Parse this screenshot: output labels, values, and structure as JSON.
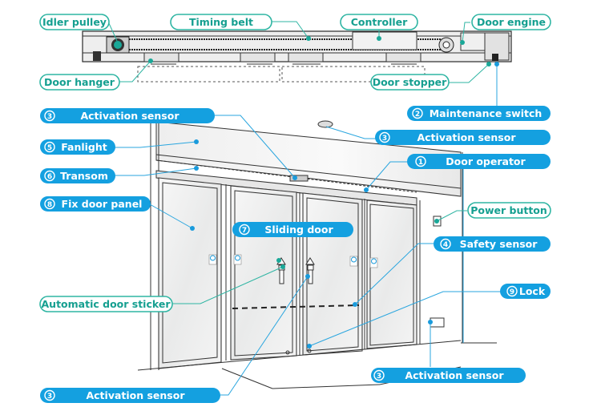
{
  "title": "Automatic sliding door components",
  "colors": {
    "label_blue": "#14a0e0",
    "label_teal_outline": "#2fb5a3",
    "label_teal_text": "#159f90"
  },
  "top_labels": {
    "idler_pulley": "Idler pulley",
    "timing_belt": "Timing belt",
    "controller": "Controller",
    "door_engine": "Door engine",
    "door_hanger": "Door hanger",
    "door_stopper": "Door stopper"
  },
  "numbered_labels": {
    "activation_sensor_top_left": {
      "num": "3",
      "text": "Activation sensor"
    },
    "fanlight": {
      "num": "5",
      "text": "Fanlight"
    },
    "transom": {
      "num": "6",
      "text": "Transom"
    },
    "fix_door_panel": {
      "num": "8",
      "text": "Fix door panel"
    },
    "maintenance_switch": {
      "num": "2",
      "text": "Maintenance switch"
    },
    "activation_sensor_ceiling": {
      "num": "3",
      "text": "Activation sensor"
    },
    "door_operator": {
      "num": "1",
      "text": "Door operator"
    },
    "sliding_door": {
      "num": "7",
      "text": "Sliding door"
    },
    "safety_sensor": {
      "num": "4",
      "text": "Safety sensor"
    },
    "lock": {
      "num": "9",
      "text": "Lock"
    },
    "activation_sensor_wall": {
      "num": "3",
      "text": "Activation sensor"
    },
    "activation_sensor_bottom": {
      "num": "3",
      "text": "Activation sensor"
    }
  },
  "outline_labels": {
    "power_button": "Power button",
    "automatic_door_sticker": "Automatic door sticker"
  }
}
